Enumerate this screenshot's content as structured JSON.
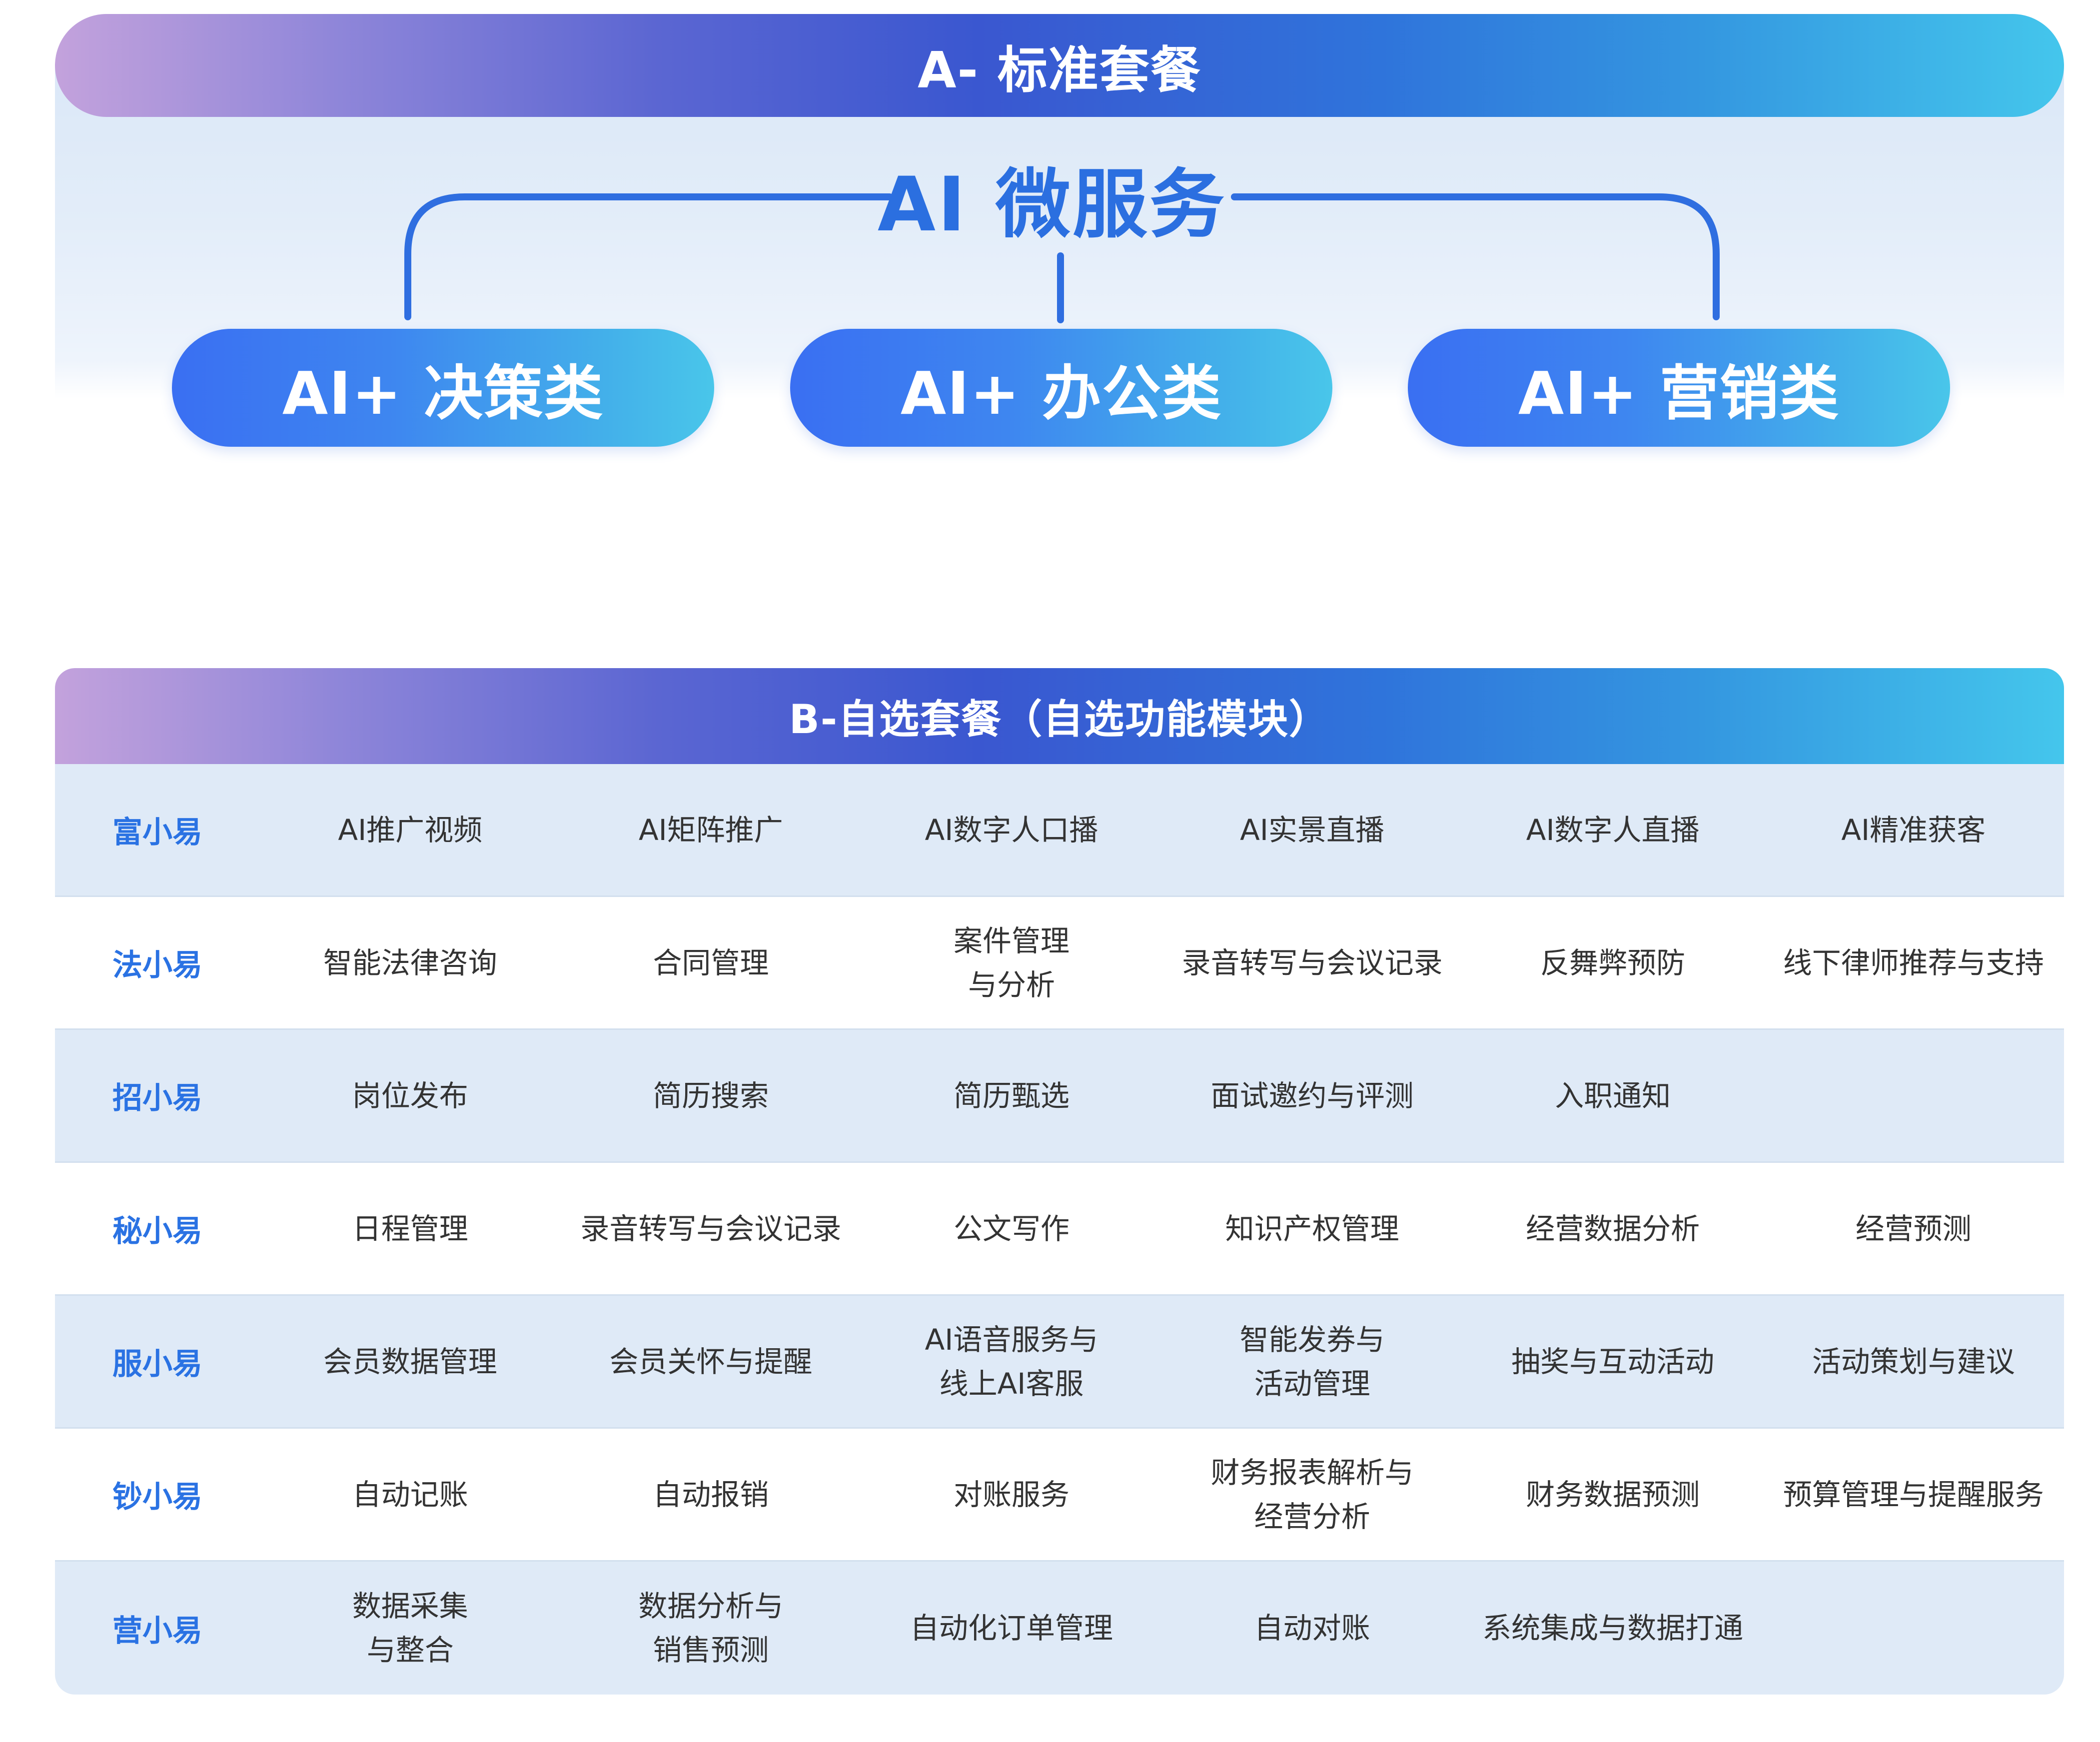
{
  "section_a": {
    "banner": "A- 标准套餐",
    "center_title": "AI 微服务",
    "categories": [
      {
        "label": "AI+ 决策类"
      },
      {
        "label": "AI+ 办公类"
      },
      {
        "label": "AI+ 营销类"
      }
    ]
  },
  "section_b": {
    "banner": "B-自选套餐（自选功能模块）",
    "rows": [
      {
        "name": "富小易",
        "items": [
          "AI推广视频",
          "AI矩阵推广",
          "AI数字人口播",
          "AI实景直播",
          "AI数字人直播",
          "AI精准获客"
        ]
      },
      {
        "name": "法小易",
        "items": [
          "智能法律咨询",
          "合同管理",
          "案件管理\n与分析",
          "录音转写与会议记录",
          "反舞弊预防",
          "线下律师推荐与支持"
        ]
      },
      {
        "name": "招小易",
        "items": [
          "岗位发布",
          "简历搜索",
          "简历甄选",
          "面试邀约与评测",
          "入职通知",
          ""
        ]
      },
      {
        "name": "秘小易",
        "items": [
          "日程管理",
          "录音转写与会议记录",
          "公文写作",
          "知识产权管理",
          "经营数据分析",
          "经营预测"
        ]
      },
      {
        "name": "服小易",
        "items": [
          "会员数据管理",
          "会员关怀与提醒",
          "AI语音服务与\n线上AI客服",
          "智能发券与\n活动管理",
          "抽奖与互动活动",
          "活动策划与建议"
        ]
      },
      {
        "name": "钞小易",
        "items": [
          "自动记账",
          "自动报销",
          "对账服务",
          "财务报表解析与\n经营分析",
          "财务数据预测",
          "预算管理与提醒服务"
        ]
      },
      {
        "name": "营小易",
        "items": [
          "数据采集\n与整合",
          "数据分析与\n销售预测",
          "自动化订单管理",
          "自动对账",
          "系统集成与数据打通",
          ""
        ]
      }
    ]
  },
  "colors": {
    "accent_blue": "#2b6fe0",
    "banner_start": "#c3a2dc",
    "banner_end": "#44c6ec",
    "row_shade": "#dfeaf7"
  }
}
